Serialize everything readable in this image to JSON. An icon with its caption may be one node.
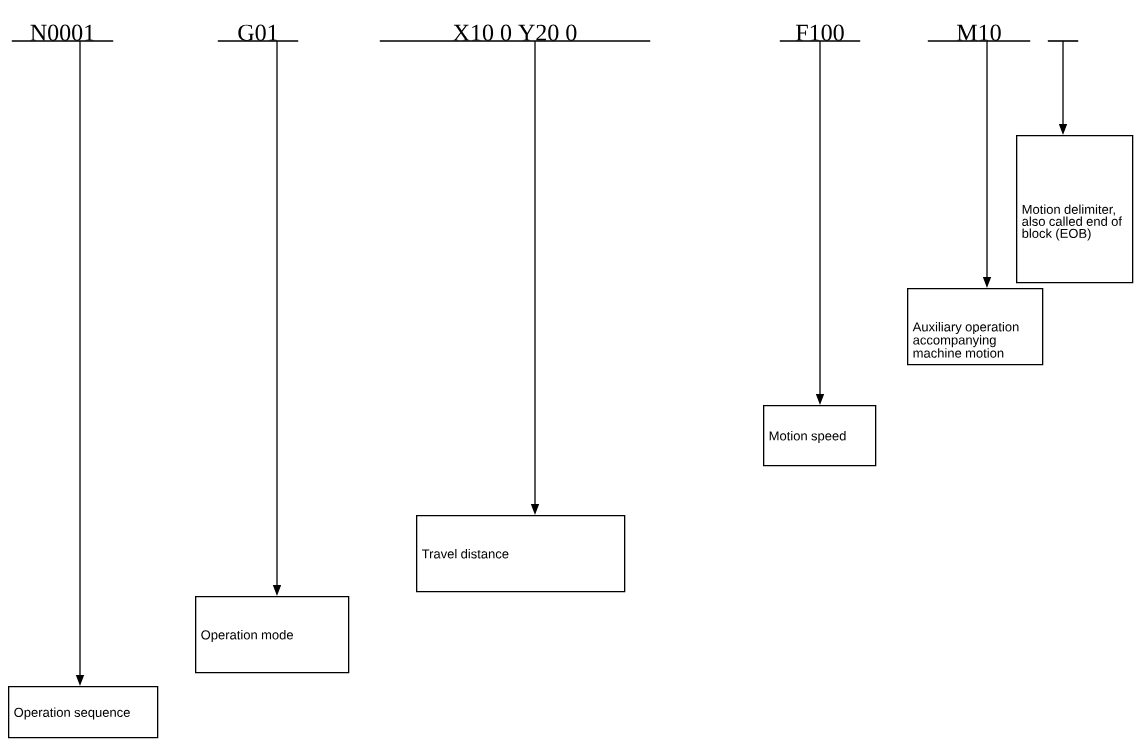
{
  "diagram": {
    "nodes": [
      {
        "text": [
          "N0001"
        ]
      },
      {
        "text": [
          "G01"
        ]
      },
      {
        "text": [
          "X10 0 Y20 0"
        ]
      },
      {
        "text": [
          "F100"
        ]
      },
      {
        "text": [
          "M10"
        ]
      },
      {
        "text": [],
        "shape": "bar"
      },
      {
        "text": [
          "Operation sequence"
        ]
      },
      {
        "text": [
          "Operation mode"
        ]
      },
      {
        "text": [
          "Travel distance"
        ]
      },
      {
        "text": [
          "Motion speed"
        ]
      },
      {
        "text": [
          "Auxiliary operation accompanying machine motion"
        ]
      },
      {
        "text": [
          "Motion delimiter, also called end of block (EOB)"
        ]
      }
    ],
    "edges": [
      {
        "from": 0,
        "to": 6,
        "arrow": "to"
      },
      {
        "from": 1,
        "to": 7,
        "arrow": "to"
      },
      {
        "from": 2,
        "to": 8,
        "arrow": "to"
      },
      {
        "from": 3,
        "to": 9,
        "arrow": "to"
      },
      {
        "from": 4,
        "to": 10,
        "arrow": "to"
      },
      {
        "from": 5,
        "to": 11,
        "arrow": "to"
      }
    ]
  }
}
